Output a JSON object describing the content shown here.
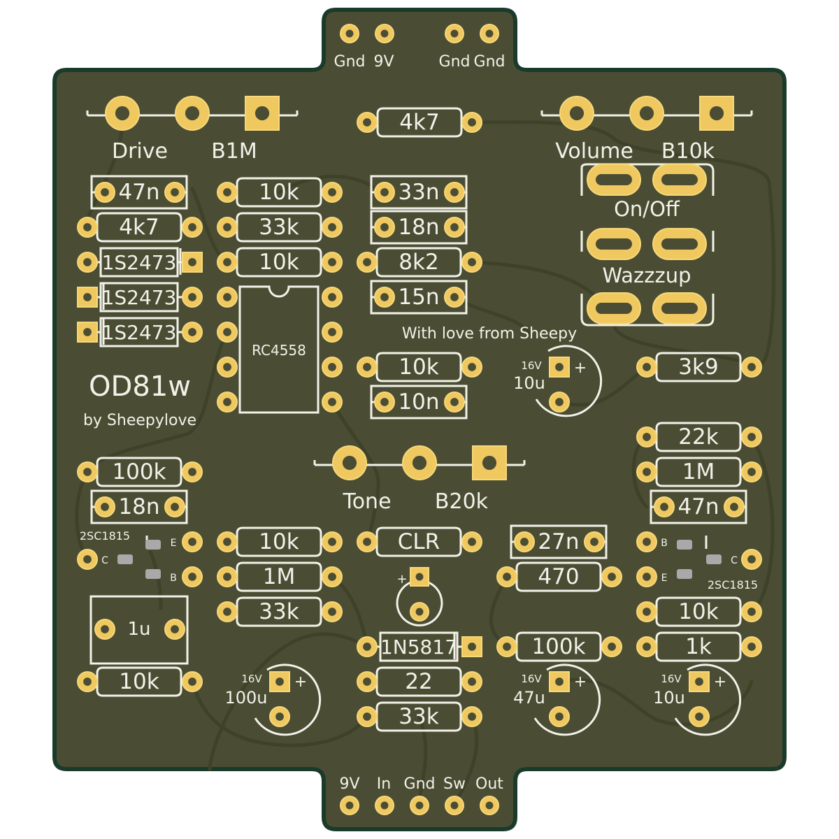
{
  "colors": {
    "board": "#4a4d33",
    "board_edge": "#1b3b2a",
    "trace": "#3e4229",
    "silk": "#f2f2ea",
    "pad": "#f0c860",
    "pad_ring": "#f7d87a",
    "hole": "#4a4d33"
  },
  "connectors": {
    "top": [
      "Gnd",
      "9V",
      "Gnd",
      "Gnd"
    ],
    "bottom": [
      "9V",
      "In",
      "Gnd",
      "Sw",
      "Out"
    ]
  },
  "pots": [
    {
      "name": "Drive",
      "value": "B1M"
    },
    {
      "name": "Volume",
      "value": "B10k"
    },
    {
      "name": "Tone",
      "value": "B20k"
    }
  ],
  "switch_labels": [
    "On/Off",
    "Wazzzup"
  ],
  "chip": "RC4558",
  "title": "OD81w",
  "byline": "by Sheepylove",
  "dedication": "With love from Sheepy",
  "transistors": [
    "2SC1815",
    "2SC1815"
  ],
  "pin_labels": {
    "e": "E",
    "b": "B",
    "c": "C"
  },
  "box_cap": "1u",
  "electrolytics": [
    {
      "voltage": "16V",
      "value": "10u"
    },
    {
      "voltage": "16V",
      "value": "100u"
    },
    {
      "voltage": "16V",
      "value": "47u"
    },
    {
      "voltage": "16V",
      "value": "10u"
    }
  ],
  "led_polarity": "+",
  "components": {
    "r4k7_top": "4k7",
    "c47n_l": "47n",
    "r4k7_l": "4k7",
    "d1": "1S2473",
    "d2": "1S2473",
    "d3": "1S2473",
    "r10k_a": "10k",
    "r33k_a": "33k",
    "r10k_b": "10k",
    "c33n": "33n",
    "c18n_a": "18n",
    "r8k2": "8k2",
    "c15n": "15n",
    "r10k_c": "10k",
    "c10n": "10n",
    "r3k9": "3k9",
    "r22k": "22k",
    "r1M_r": "1M",
    "c47n_r": "47n",
    "r100k_l": "100k",
    "c18n_b": "18n",
    "r10k_d": "10k",
    "r1M_m": "1M",
    "r33k_b": "33k",
    "rCLR": "CLR",
    "c27n": "27n",
    "r470": "470",
    "d1n5817": "1N5817",
    "r22": "22",
    "r33k_c": "33k",
    "r10k_l": "10k",
    "r100k_m": "100k",
    "r10k_r": "10k",
    "r1k": "1k"
  }
}
